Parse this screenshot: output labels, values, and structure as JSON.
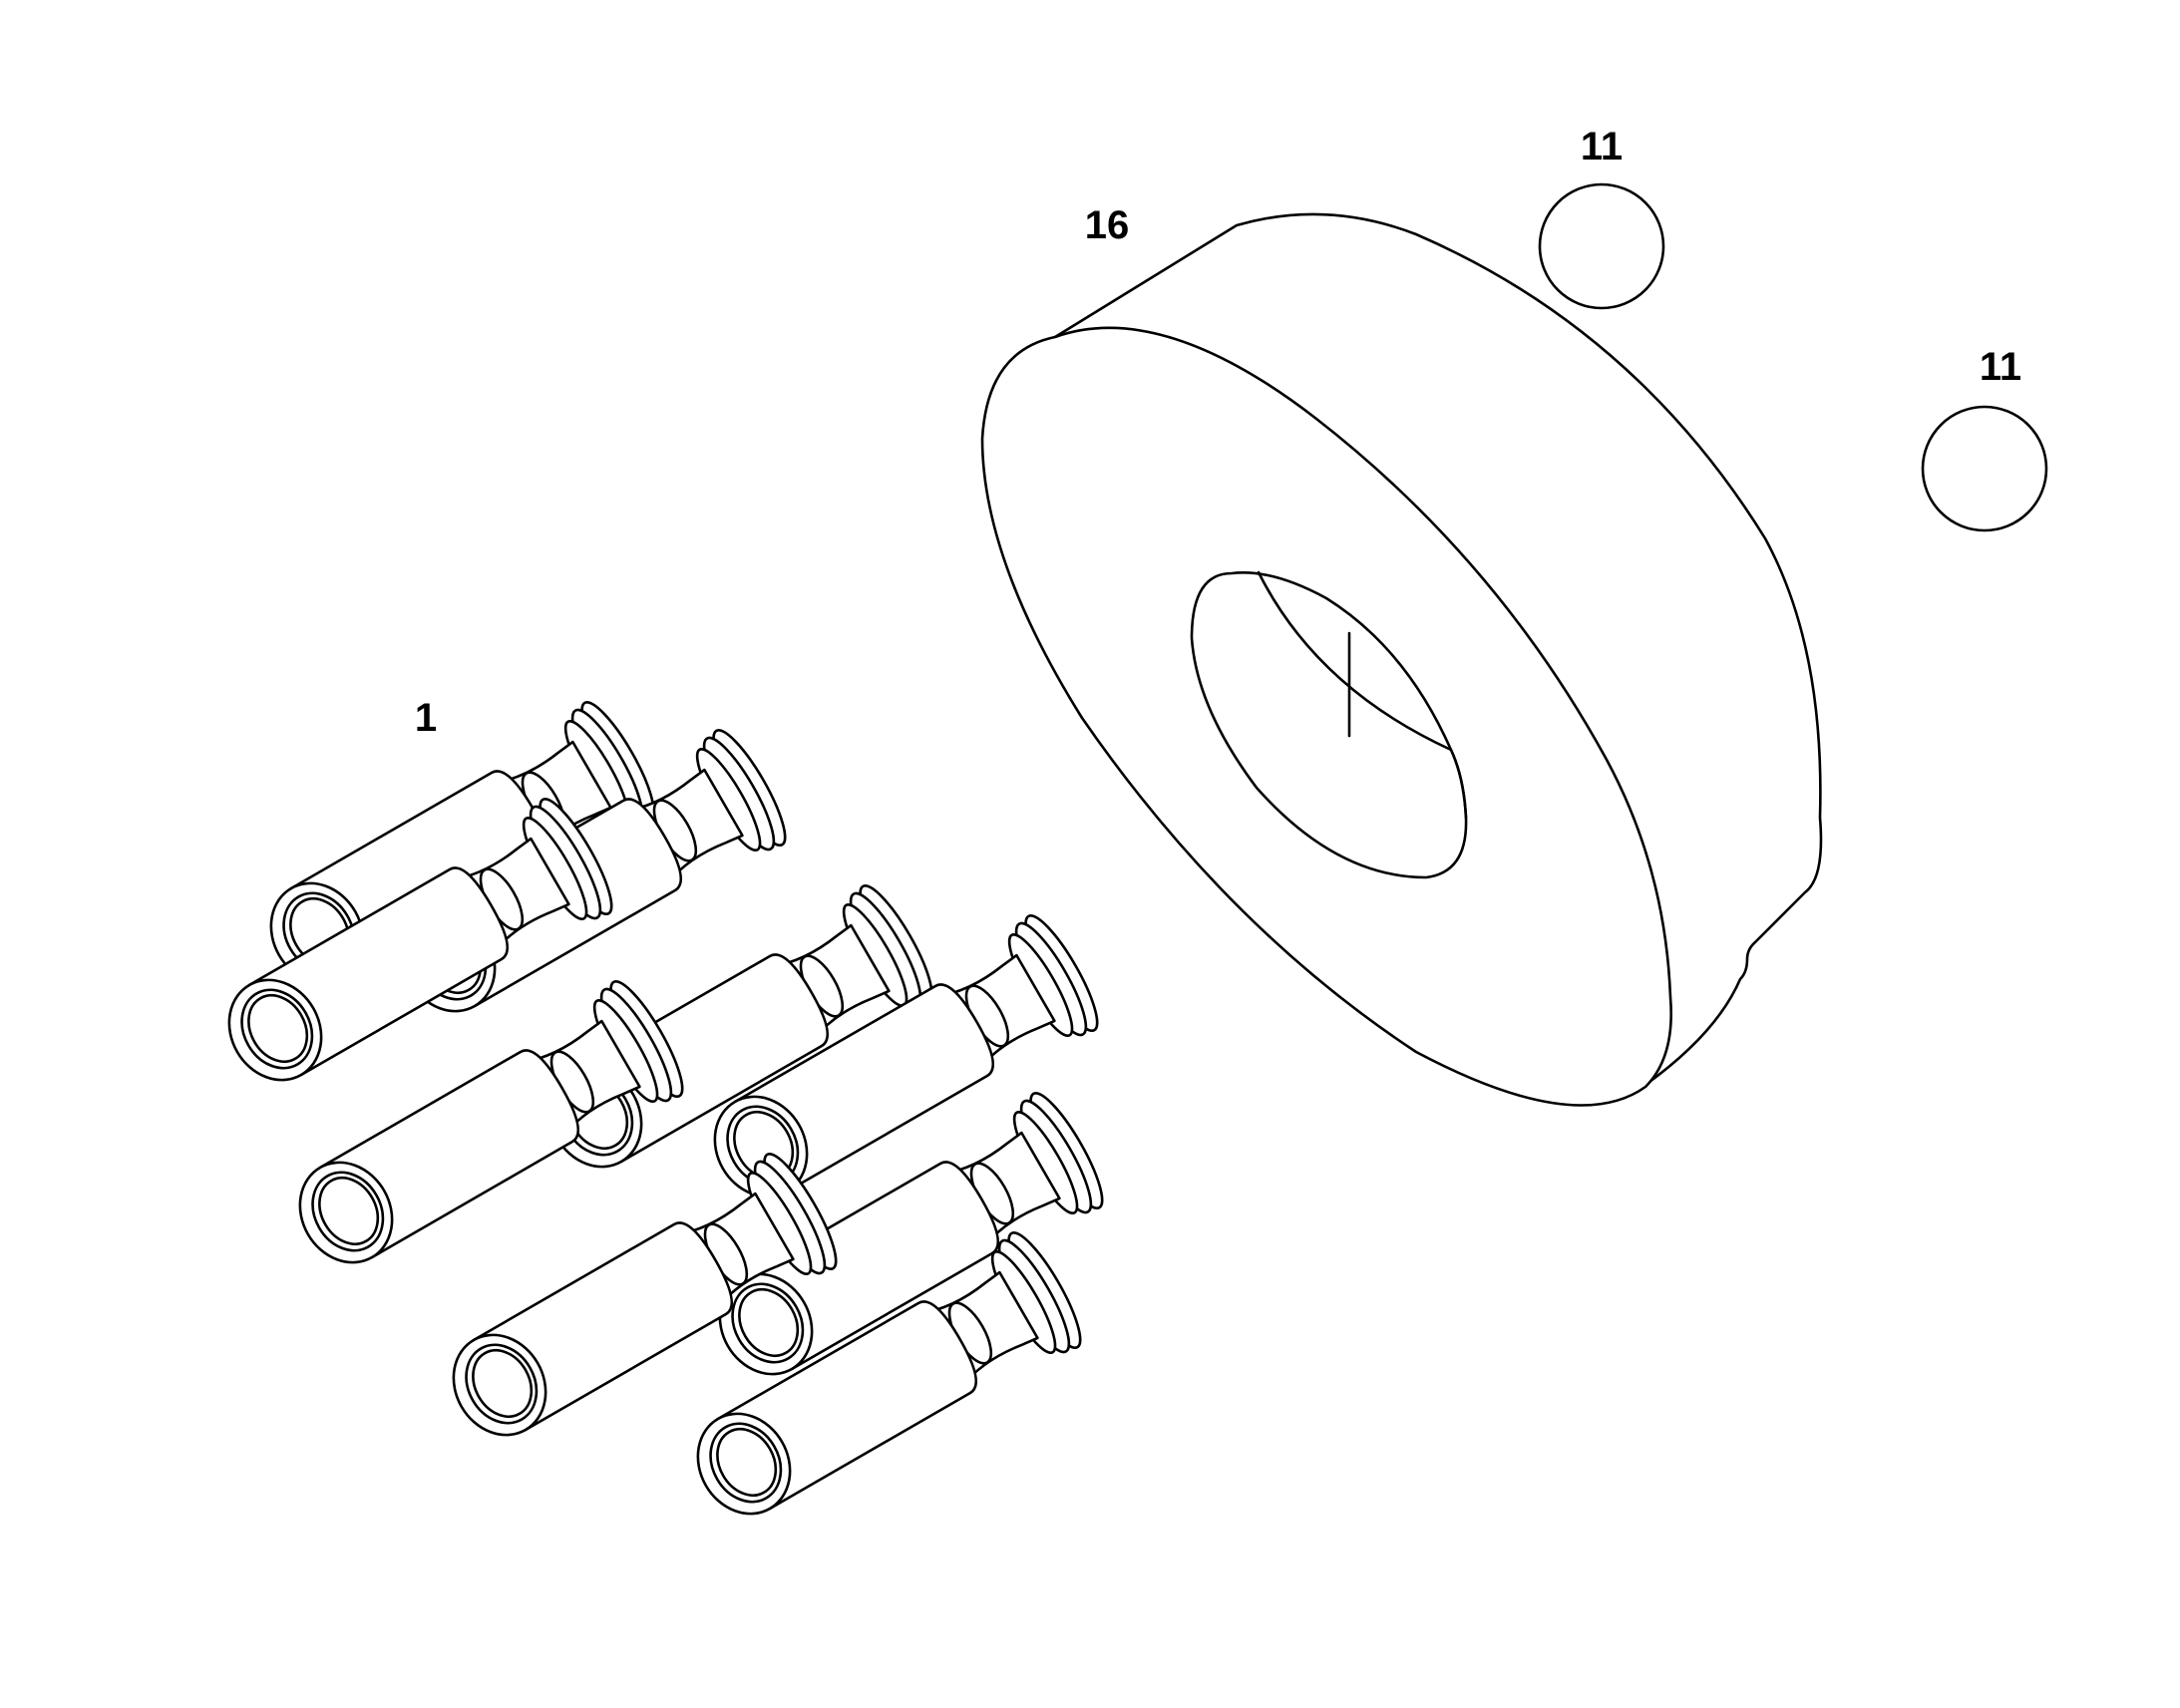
{
  "diagram": {
    "callouts": [
      {
        "id": "piston",
        "label": "1"
      },
      {
        "id": "plate",
        "label": "16"
      },
      {
        "id": "ball-top",
        "label": "11"
      },
      {
        "id": "ball-right",
        "label": "11"
      }
    ],
    "parts": {
      "piston_count": 9,
      "ball_count": 2
    },
    "colors": {
      "line": "#000000",
      "background": "#ffffff"
    }
  }
}
